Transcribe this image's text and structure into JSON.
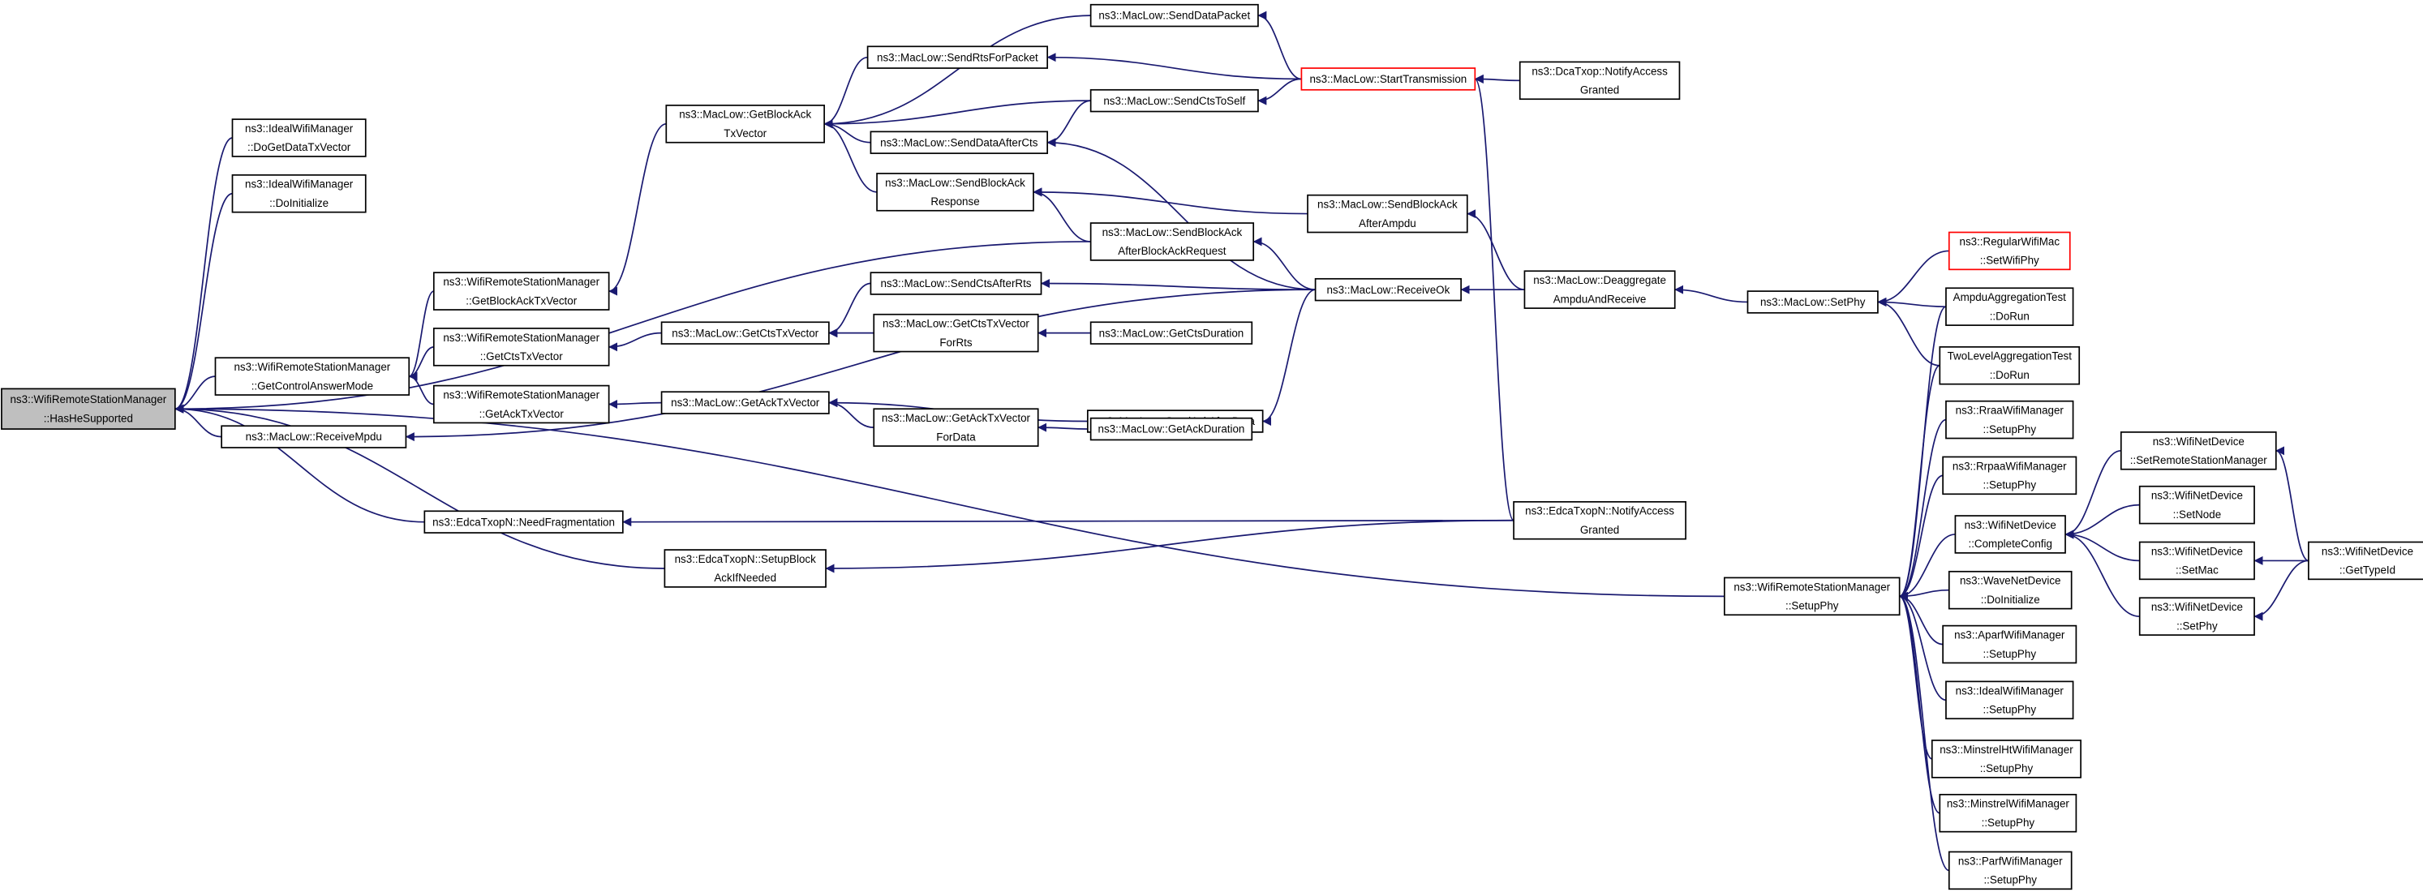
{
  "colors": {
    "edge": "#191970",
    "node_border": "#000000",
    "node_fill": "#ffffff",
    "root_fill": "#bfbfbf",
    "highlight_border": "#ff0000"
  },
  "nodes": [
    {
      "id": "has_he",
      "lines": [
        "ns3::WifiRemoteStationManager",
        "::HasHeSupported"
      ],
      "style": "root"
    },
    {
      "id": "ideal_dogetdata",
      "lines": [
        "ns3::IdealWifiManager",
        "::DoGetDataTxVector"
      ],
      "style": "normal"
    },
    {
      "id": "ideal_doinit",
      "lines": [
        "ns3::IdealWifiManager",
        "::DoInitialize"
      ],
      "style": "normal"
    },
    {
      "id": "getcontrol",
      "lines": [
        "ns3::WifiRemoteStationManager",
        "::GetControlAnswerMode"
      ],
      "style": "normal"
    },
    {
      "id": "receivempdu",
      "lines": [
        "ns3::MacLow::ReceiveMpdu"
      ],
      "style": "normal"
    },
    {
      "id": "needfrag",
      "lines": [
        "ns3::EdcaTxopN::NeedFragmentation"
      ],
      "style": "normal"
    },
    {
      "id": "setupblock",
      "lines": [
        "ns3::EdcaTxopN::SetupBlock",
        "AckIfNeeded"
      ],
      "style": "normal"
    },
    {
      "id": "wrsm_getblockack",
      "lines": [
        "ns3::WifiRemoteStationManager",
        "::GetBlockAckTxVector"
      ],
      "style": "normal"
    },
    {
      "id": "wrsm_getcts",
      "lines": [
        "ns3::WifiRemoteStationManager",
        "::GetCtsTxVector"
      ],
      "style": "normal"
    },
    {
      "id": "wrsm_getack",
      "lines": [
        "ns3::WifiRemoteStationManager",
        "::GetAckTxVector"
      ],
      "style": "normal"
    },
    {
      "id": "ml_getblockack",
      "lines": [
        "ns3::MacLow::GetBlockAck",
        "TxVector"
      ],
      "style": "normal"
    },
    {
      "id": "ml_getcts",
      "lines": [
        "ns3::MacLow::GetCtsTxVector"
      ],
      "style": "normal"
    },
    {
      "id": "ml_getack",
      "lines": [
        "ns3::MacLow::GetAckTxVector"
      ],
      "style": "normal"
    },
    {
      "id": "senddatapacket",
      "lines": [
        "ns3::MacLow::SendDataPacket"
      ],
      "style": "normal"
    },
    {
      "id": "sendrts",
      "lines": [
        "ns3::MacLow::SendRtsForPacket"
      ],
      "style": "normal"
    },
    {
      "id": "sendctstoself",
      "lines": [
        "ns3::MacLow::SendCtsToSelf"
      ],
      "style": "normal"
    },
    {
      "id": "senddataaftercts",
      "lines": [
        "ns3::MacLow::SendDataAfterCts"
      ],
      "style": "normal"
    },
    {
      "id": "sendblockackresp",
      "lines": [
        "ns3::MacLow::SendBlockAck",
        "Response"
      ],
      "style": "normal"
    },
    {
      "id": "sendblockackafterreq",
      "lines": [
        "ns3::MacLow::SendBlockAck",
        "AfterBlockAckRequest"
      ],
      "style": "normal"
    },
    {
      "id": "sendctsafterrts",
      "lines": [
        "ns3::MacLow::SendCtsAfterRts"
      ],
      "style": "normal"
    },
    {
      "id": "getctsforrts",
      "lines": [
        "ns3::MacLow::GetCtsTxVector",
        "ForRts"
      ],
      "style": "normal"
    },
    {
      "id": "getctsduration",
      "lines": [
        "ns3::MacLow::GetCtsDuration"
      ],
      "style": "normal"
    },
    {
      "id": "sendackafterdata",
      "lines": [
        "ns3::MacLow::SendAckAfterData"
      ],
      "style": "normal"
    },
    {
      "id": "getackfordata",
      "lines": [
        "ns3::MacLow::GetAckTxVector",
        "ForData"
      ],
      "style": "normal"
    },
    {
      "id": "getackduration",
      "lines": [
        "ns3::MacLow::GetAckDuration"
      ],
      "style": "normal"
    },
    {
      "id": "starttx",
      "lines": [
        "ns3::MacLow::StartTransmission"
      ],
      "style": "highlight"
    },
    {
      "id": "dcanotify",
      "lines": [
        "ns3::DcaTxop::NotifyAccess",
        "Granted"
      ],
      "style": "normal"
    },
    {
      "id": "sendblockackafterampdu",
      "lines": [
        "ns3::MacLow::SendBlockAck",
        "AfterAmpdu"
      ],
      "style": "normal"
    },
    {
      "id": "receiveok",
      "lines": [
        "ns3::MacLow::ReceiveOk"
      ],
      "style": "normal"
    },
    {
      "id": "deaggregate",
      "lines": [
        "ns3::MacLow::Deaggregate",
        "AmpduAndReceive"
      ],
      "style": "normal"
    },
    {
      "id": "edcanotify",
      "lines": [
        "ns3::EdcaTxopN::NotifyAccess",
        "Granted"
      ],
      "style": "normal"
    },
    {
      "id": "setphy_maclow",
      "lines": [
        "ns3::MacLow::SetPhy"
      ],
      "style": "normal"
    },
    {
      "id": "wrsm_setupphy",
      "lines": [
        "ns3::WifiRemoteStationManager",
        "::SetupPhy"
      ],
      "style": "normal"
    },
    {
      "id": "regularwifimac",
      "lines": [
        "ns3::RegularWifiMac",
        "::SetWifiPhy"
      ],
      "style": "highlight"
    },
    {
      "id": "ampdutest",
      "lines": [
        "AmpduAggregationTest",
        "::DoRun"
      ],
      "style": "normal"
    },
    {
      "id": "twoleveltest",
      "lines": [
        "TwoLevelAggregationTest",
        "::DoRun"
      ],
      "style": "normal"
    },
    {
      "id": "rraa",
      "lines": [
        "ns3::RraaWifiManager",
        "::SetupPhy"
      ],
      "style": "normal"
    },
    {
      "id": "rrpaa",
      "lines": [
        "ns3::RrpaaWifiManager",
        "::SetupPhy"
      ],
      "style": "normal"
    },
    {
      "id": "completeconfig",
      "lines": [
        "ns3::WifiNetDevice",
        "::CompleteConfig"
      ],
      "style": "normal"
    },
    {
      "id": "wavenetdevice",
      "lines": [
        "ns3::WaveNetDevice",
        "::DoInitialize"
      ],
      "style": "normal"
    },
    {
      "id": "aparf",
      "lines": [
        "ns3::AparfWifiManager",
        "::SetupPhy"
      ],
      "style": "normal"
    },
    {
      "id": "idealsetupphy",
      "lines": [
        "ns3::IdealWifiManager",
        "::SetupPhy"
      ],
      "style": "normal"
    },
    {
      "id": "minstrelht",
      "lines": [
        "ns3::MinstrelHtWifiManager",
        "::SetupPhy"
      ],
      "style": "normal"
    },
    {
      "id": "minstrel",
      "lines": [
        "ns3::MinstrelWifiManager",
        "::SetupPhy"
      ],
      "style": "normal"
    },
    {
      "id": "parf",
      "lines": [
        "ns3::ParfWifiManager",
        "::SetupPhy"
      ],
      "style": "normal"
    },
    {
      "id": "setremotestation",
      "lines": [
        "ns3::WifiNetDevice",
        "::SetRemoteStationManager"
      ],
      "style": "normal"
    },
    {
      "id": "setnode",
      "lines": [
        "ns3::WifiNetDevice",
        "::SetNode"
      ],
      "style": "normal"
    },
    {
      "id": "setmac",
      "lines": [
        "ns3::WifiNetDevice",
        "::SetMac"
      ],
      "style": "normal"
    },
    {
      "id": "setphy_netdev",
      "lines": [
        "ns3::WifiNetDevice",
        "::SetPhy"
      ],
      "style": "normal"
    },
    {
      "id": "gettypeid",
      "lines": [
        "ns3::WifiNetDevice",
        "::GetTypeId"
      ],
      "style": "normal"
    }
  ],
  "edges": [
    [
      "ideal_dogetdata",
      "has_he"
    ],
    [
      "ideal_doinit",
      "has_he"
    ],
    [
      "getcontrol",
      "has_he"
    ],
    [
      "receivempdu",
      "has_he"
    ],
    [
      "needfrag",
      "has_he"
    ],
    [
      "setupblock",
      "has_he"
    ],
    [
      "sendblockackafterreq",
      "has_he"
    ],
    [
      "wrsm_setupphy",
      "has_he"
    ],
    [
      "wrsm_getblockack",
      "getcontrol"
    ],
    [
      "wrsm_getcts",
      "getcontrol"
    ],
    [
      "wrsm_getack",
      "getcontrol"
    ],
    [
      "ml_getblockack",
      "wrsm_getblockack"
    ],
    [
      "ml_getcts",
      "wrsm_getcts"
    ],
    [
      "ml_getack",
      "wrsm_getack"
    ],
    [
      "senddatapacket",
      "ml_getblockack"
    ],
    [
      "sendrts",
      "ml_getblockack"
    ],
    [
      "sendctstoself",
      "ml_getblockack"
    ],
    [
      "senddataaftercts",
      "ml_getblockack"
    ],
    [
      "sendblockackresp",
      "ml_getblockack"
    ],
    [
      "sendctsafterrts",
      "ml_getcts"
    ],
    [
      "getctsforrts",
      "ml_getcts"
    ],
    [
      "getctsduration",
      "getctsforrts"
    ],
    [
      "sendackafterdata",
      "ml_getack"
    ],
    [
      "getackfordata",
      "ml_getack"
    ],
    [
      "getackduration",
      "getackfordata"
    ],
    [
      "starttx",
      "senddatapacket"
    ],
    [
      "starttx",
      "sendrts"
    ],
    [
      "starttx",
      "sendctstoself"
    ],
    [
      "sendctstoself",
      "senddataaftercts"
    ],
    [
      "dcanotify",
      "starttx"
    ],
    [
      "edcanotify",
      "starttx"
    ],
    [
      "sendblockackafterampdu",
      "sendblockackresp"
    ],
    [
      "sendblockackafterreq",
      "sendblockackresp"
    ],
    [
      "receiveok",
      "sendblockackafterreq"
    ],
    [
      "receiveok",
      "sendctsafterrts"
    ],
    [
      "receiveok",
      "sendackafterdata"
    ],
    [
      "receiveok",
      "senddataaftercts"
    ],
    [
      "receiveok",
      "receivempdu"
    ],
    [
      "deaggregate",
      "sendblockackafterampdu"
    ],
    [
      "deaggregate",
      "receiveok"
    ],
    [
      "setphy_maclow",
      "deaggregate"
    ],
    [
      "edcanotify",
      "needfrag"
    ],
    [
      "edcanotify",
      "setupblock"
    ],
    [
      "regularwifimac",
      "setphy_maclow"
    ],
    [
      "ampdutest",
      "setphy_maclow"
    ],
    [
      "twoleveltest",
      "setphy_maclow"
    ],
    [
      "ampdutest",
      "wrsm_setupphy"
    ],
    [
      "twoleveltest",
      "wrsm_setupphy"
    ],
    [
      "rraa",
      "wrsm_setupphy"
    ],
    [
      "rrpaa",
      "wrsm_setupphy"
    ],
    [
      "completeconfig",
      "wrsm_setupphy"
    ],
    [
      "wavenetdevice",
      "wrsm_setupphy"
    ],
    [
      "aparf",
      "wrsm_setupphy"
    ],
    [
      "idealsetupphy",
      "wrsm_setupphy"
    ],
    [
      "minstrelht",
      "wrsm_setupphy"
    ],
    [
      "minstrel",
      "wrsm_setupphy"
    ],
    [
      "parf",
      "wrsm_setupphy"
    ],
    [
      "setremotestation",
      "completeconfig"
    ],
    [
      "setnode",
      "completeconfig"
    ],
    [
      "setmac",
      "completeconfig"
    ],
    [
      "setphy_netdev",
      "completeconfig"
    ],
    [
      "gettypeid",
      "setremotestation"
    ],
    [
      "gettypeid",
      "setmac"
    ],
    [
      "gettypeid",
      "setphy_netdev"
    ]
  ]
}
